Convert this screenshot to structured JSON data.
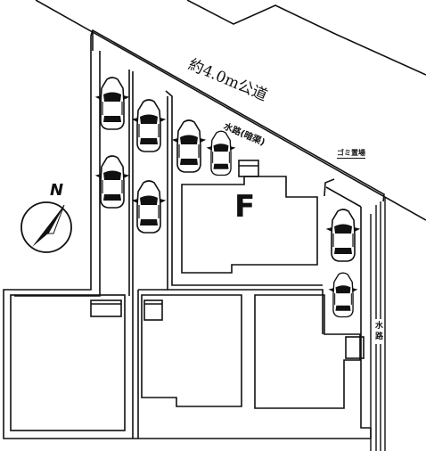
{
  "map": {
    "road_label": "約4.0m公道",
    "channel_label": "水路(暗渠)",
    "garbage_label": "ゴミ置場",
    "side_channel_label": "水路",
    "lot_label": "F",
    "north_label": "N",
    "cars": [
      {
        "name": "car-1"
      },
      {
        "name": "car-2"
      },
      {
        "name": "car-3"
      },
      {
        "name": "car-4"
      },
      {
        "name": "car-5"
      },
      {
        "name": "car-6"
      },
      {
        "name": "car-7"
      },
      {
        "name": "car-8"
      }
    ]
  }
}
